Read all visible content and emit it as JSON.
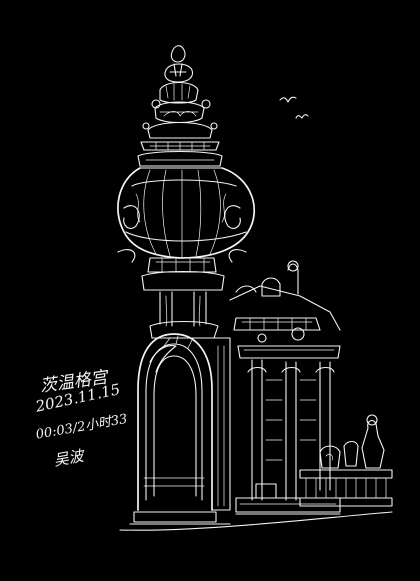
{
  "artwork": {
    "background": "#000000",
    "line_color": "#f4f4f4",
    "signature": {
      "line1": "茨温格宫",
      "line2": "2023.11.15",
      "line3": "00:03/2小时33",
      "line4": "吴波"
    }
  }
}
